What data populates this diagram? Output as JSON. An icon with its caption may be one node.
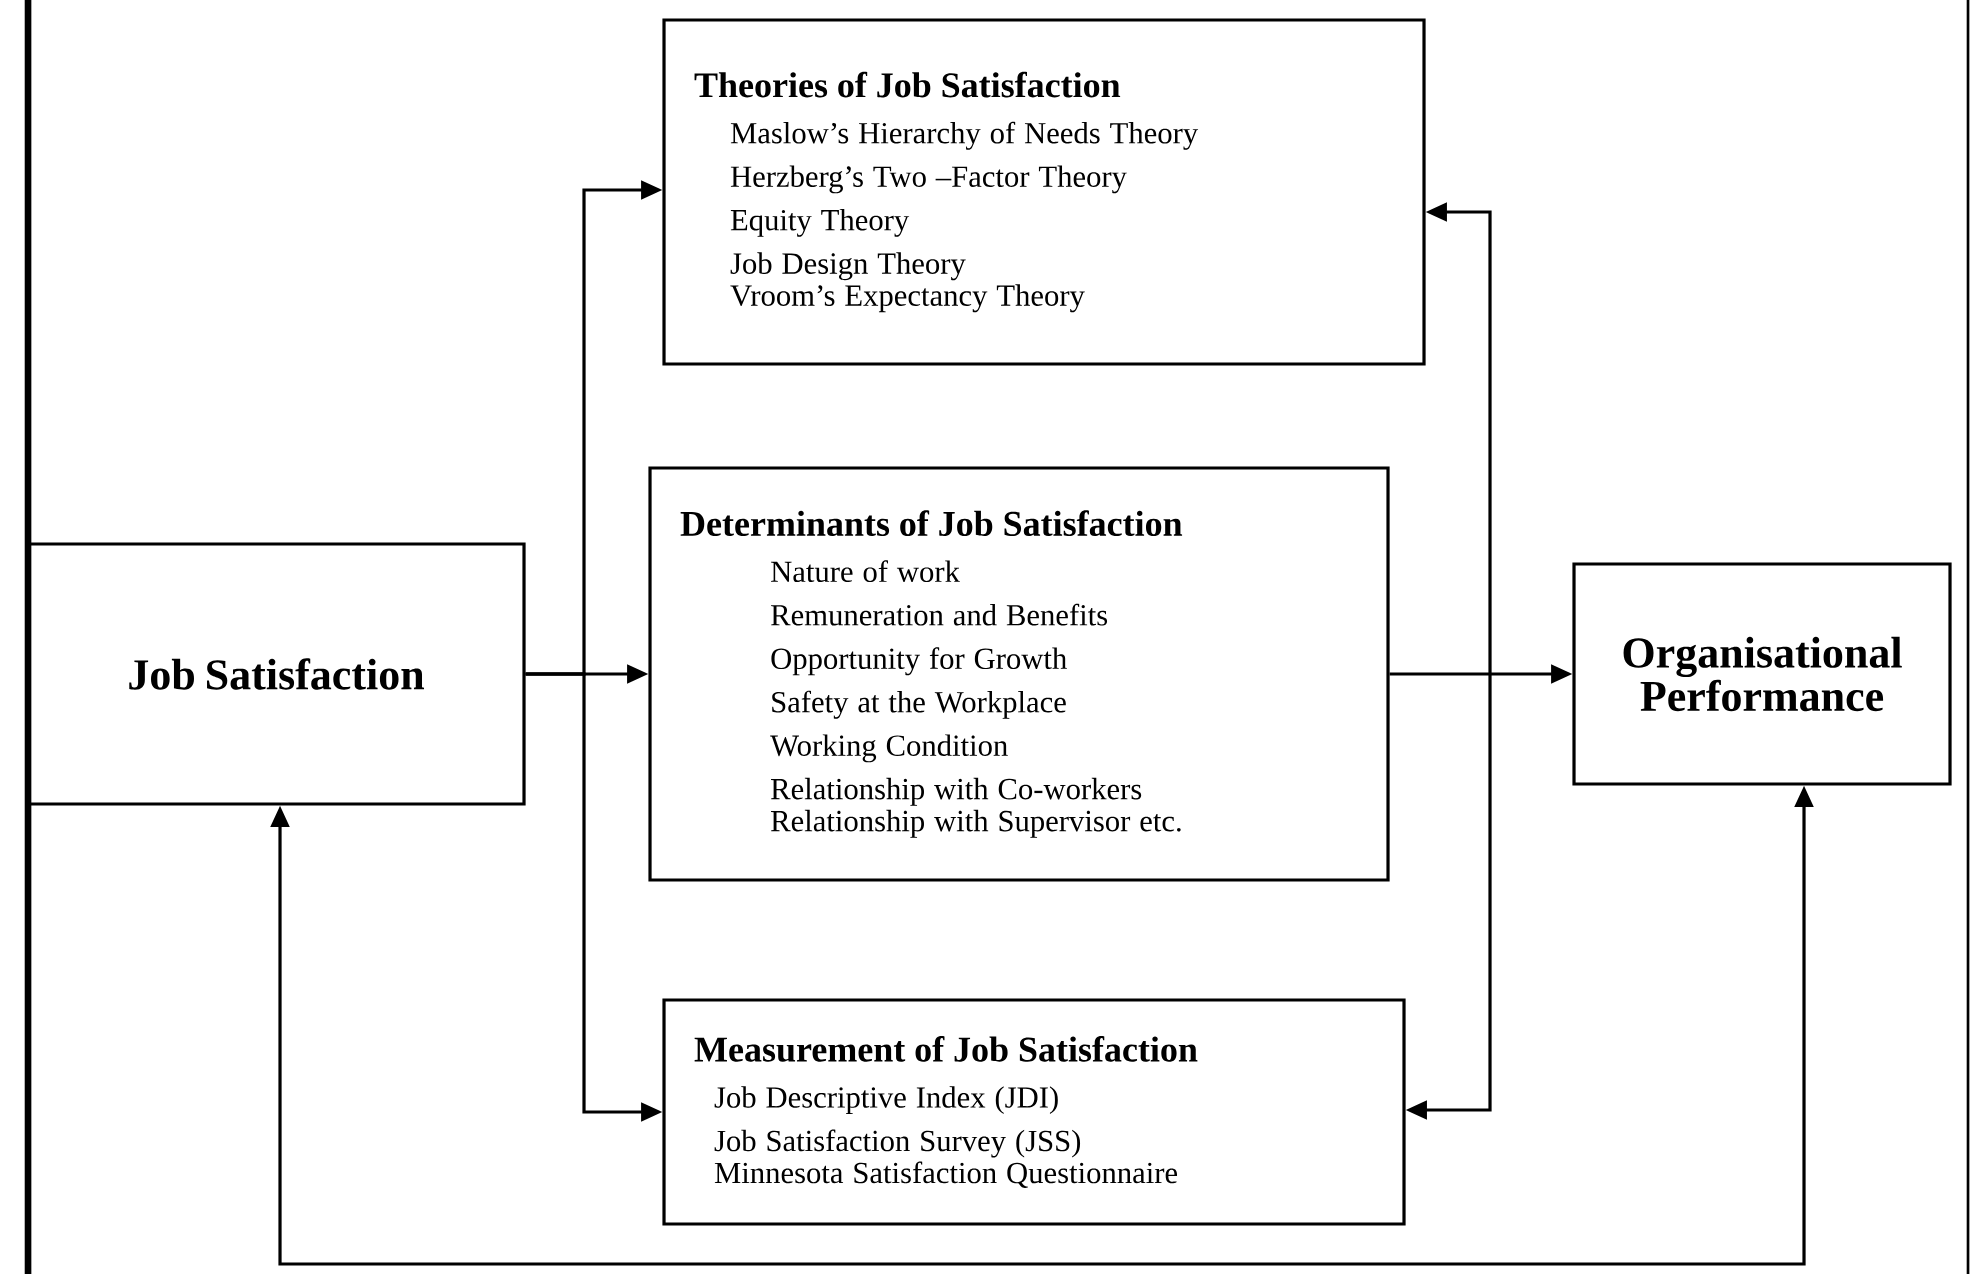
{
  "diagram": {
    "nodes": [
      {
        "text": [
          "Job Satisfaction"
        ]
      },
      {
        "text": [
          "Theories of Job Satisfaction",
          "Maslow’s Hierarchy of Needs Theory",
          "Herzberg’s Two –Factor Theory",
          "Equity Theory",
          "Job Design Theory",
          "Vroom’s Expectancy Theory"
        ]
      },
      {
        "text": [
          "Determinants of Job Satisfaction",
          "Nature of work",
          "Remuneration and Benefits",
          "Opportunity for Growth",
          "Safety at the Workplace",
          "Working Condition",
          "Relationship with Co-workers",
          "Relationship with Supervisor etc."
        ]
      },
      {
        "text": [
          "Measurement of Job Satisfaction",
          "Job Descriptive Index (JDI)",
          "Job Satisfaction Survey (JSS)",
          "Minnesota Satisfaction Questionnaire"
        ]
      },
      {
        "text": [
          "Organisational Performance"
        ]
      }
    ],
    "edges": [
      {
        "from": 0,
        "to": 1,
        "arrow": "to"
      },
      {
        "from": 0,
        "to": 2,
        "arrow": "to"
      },
      {
        "from": 0,
        "to": 3,
        "arrow": "to"
      },
      {
        "from": 2,
        "to": 4,
        "arrow": "to"
      },
      {
        "from": 1,
        "to": 3,
        "arrow": "both"
      },
      {
        "from": 0,
        "to": 4,
        "arrow": "both"
      }
    ]
  }
}
